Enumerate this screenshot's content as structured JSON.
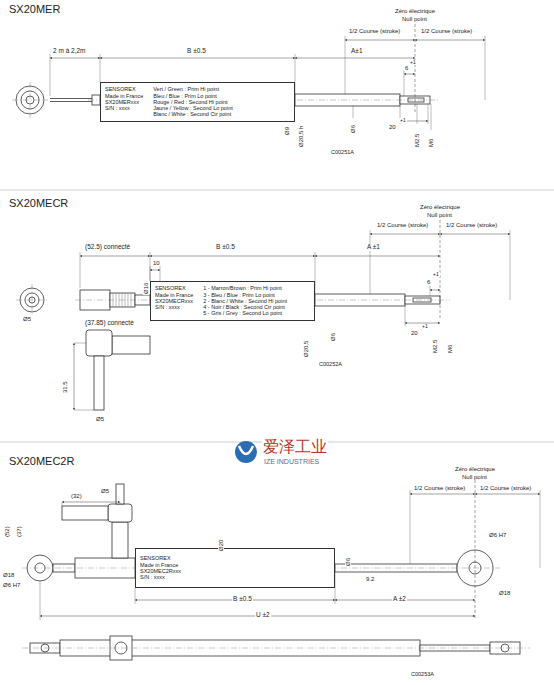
{
  "diagram": {
    "nodes": [
      {
        "text": [
          "SENSOREX",
          "Made in France",
          "SX20MERxxx",
          "S/N : xxxx",
          "Vert / Green : Prim Hi point",
          "Bleu / Blue : Prim Lo point",
          "Rouge / Red : Second Hi point",
          "Jaune / Yellow : Second Lo point",
          "Blanc / White : Second Ctr point"
        ]
      },
      {
        "text": [
          "SENSOREX",
          "Made in France",
          "SX20MECRxxx",
          "S/N : xxxx",
          "1 - Marron/Brown : Prim Hi point",
          "3 - Bleu / Blue : Prim Lo point",
          "2 - Blanc / White : Second Hi point",
          "4 - Noir / Black : Second Ctr point",
          "5 - Gris / Grey : Second Lo point"
        ]
      },
      {
        "text": [
          "SENSOREX",
          "Made in France",
          "SX20MEC2Rxxx",
          "S/N : xxxx"
        ]
      }
    ],
    "labels": [
      "SX20MER",
      "Zéro électrique",
      "Null point",
      "1/2 Course (stroke)",
      "1/2 Course (stroke)",
      "2 m à 2,2m",
      "B ±0.5",
      "A±1",
      "+1",
      "6",
      "20",
      "+1",
      "Ø6",
      "M2.5",
      "M6",
      "Ø9",
      "Ø20,5 h",
      "C00251A",
      "SX20MECR",
      "Zéro électrique",
      "Null point",
      "1/2 Course (stroke)",
      "1/2 Course (stroke)",
      "(52.5) connecté",
      "B ±0.5",
      "A ±1",
      "10",
      "Ø16",
      "Ø5",
      "Ø6",
      "Ø20,5",
      "+1",
      "6",
      "20",
      "+1",
      "M2.5",
      "M6",
      "(37.85) connecté",
      "31.5",
      "Ø5",
      "C00252A",
      "SX20MEC2R",
      "Zéro électrique",
      "Null point",
      "1/2 Course (stroke)",
      "1/2 Course (stroke)",
      "(32)",
      "Ø5",
      "(52)",
      "(37)",
      "Ø18",
      "Ø6 H7",
      "Ø20",
      "Ø6",
      "9.2",
      "B ±0.5",
      "A ±2",
      "U ±2",
      "Ø6 H7",
      "Ø18",
      "C00253A",
      "爱泽工业",
      "IZE INDUSTRIES"
    ]
  }
}
